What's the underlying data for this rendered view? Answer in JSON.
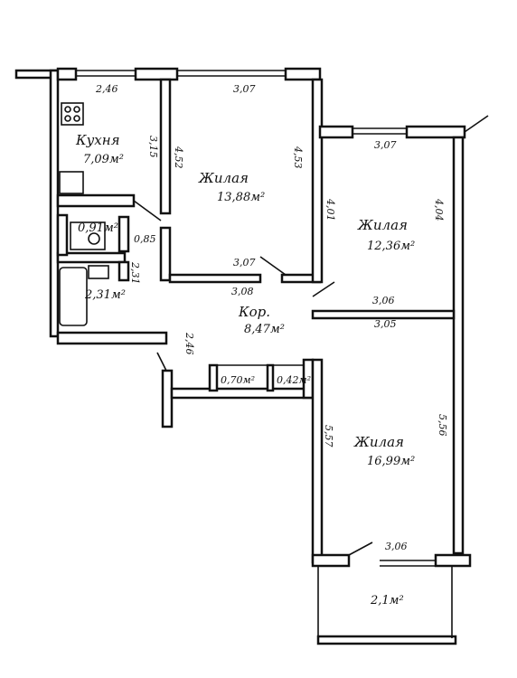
{
  "rooms": {
    "kitchen": {
      "name": "Кухня",
      "area": "7,09м²"
    },
    "living1": {
      "name": "Жилая",
      "area": "13,88м²"
    },
    "living2": {
      "name": "Жилая",
      "area": "12,36м²"
    },
    "living3": {
      "name": "Жилая",
      "area": "16,99м²"
    },
    "corridor": {
      "name": "Кор.",
      "area": "8,47м²"
    },
    "wc": {
      "area": "0,91м²"
    },
    "bath": {
      "area": "2,31м²"
    },
    "closet1": {
      "area": "0,70м²"
    },
    "closet2": {
      "area": "0,42м²"
    },
    "balcony": {
      "area": "2,1м²"
    }
  },
  "dims": {
    "kitchen_width": "2,46",
    "kitchen_depth": "3,15",
    "living1_top": "3,07",
    "living1_bottom": "3,07",
    "living1_left": "4,52",
    "living1_right": "4,53",
    "living2_top": "3,07",
    "living2_left": "4,01",
    "living2_right": "4,04",
    "corridor_top": "3,08",
    "corridor_left": "2,46",
    "living2_bottom": "3,06",
    "living3_top": "3,05",
    "living3_left": "5,57",
    "living3_right": "5,56",
    "balcony_width": "3,06",
    "wc_width": "0,85",
    "bath_side": "2,31"
  },
  "colors": {
    "line": "#111111",
    "paper": "#ffffff"
  }
}
